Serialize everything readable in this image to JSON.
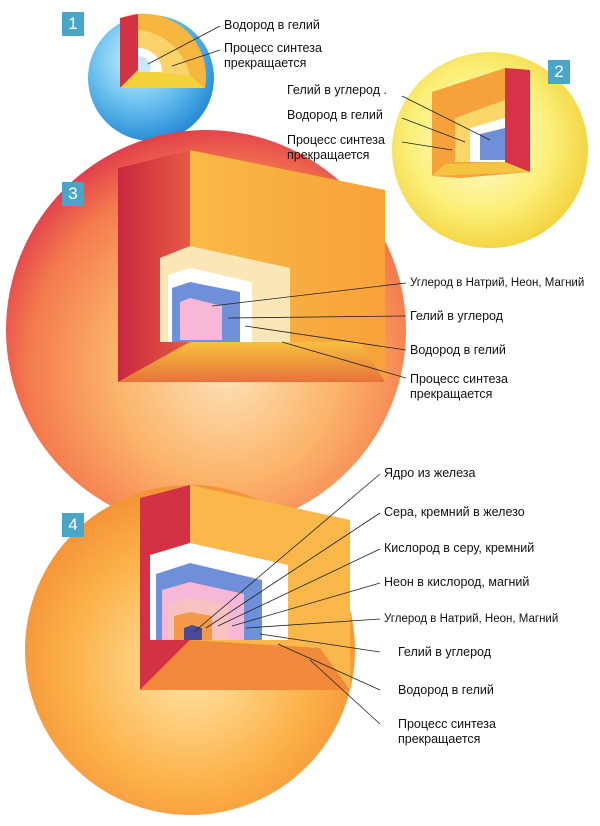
{
  "stages": [
    {
      "number": "1",
      "labels": [
        "Водород в гелий",
        "Процесс синтеза\nпрекращается"
      ]
    },
    {
      "number": "2",
      "labels": [
        "Гелий в углерод .",
        "Водород в гелий",
        "Процесс синтеза\nпрекращается"
      ]
    },
    {
      "number": "3",
      "labels": [
        "Углерод в Натрий, Неон, Магний",
        "Гелий в углерод",
        "Водород в гелий",
        "Процесс синтеза\nпрекращается"
      ]
    },
    {
      "number": "4",
      "labels": [
        "Ядро из железа",
        "Сера, кремний в железо",
        "Кислород в серу, кремний",
        "Неон в кислород, магний",
        "Углерод в Натрий, Неон, Магний",
        "Гелий в углерод",
        "Водород в гелий",
        "Процесс синтеза\nпрекращается"
      ]
    }
  ],
  "colors": {
    "badge": "#4aa6c8",
    "star_blue": "#4aa8e0",
    "star_yellow": "#f6e85a",
    "star_orange": "#f8a23a",
    "shell_red": "#d8324a",
    "core_blue": "#6f8fd8",
    "core_pink": "#f7b8d8",
    "core_iron": "#4a4a9a"
  }
}
